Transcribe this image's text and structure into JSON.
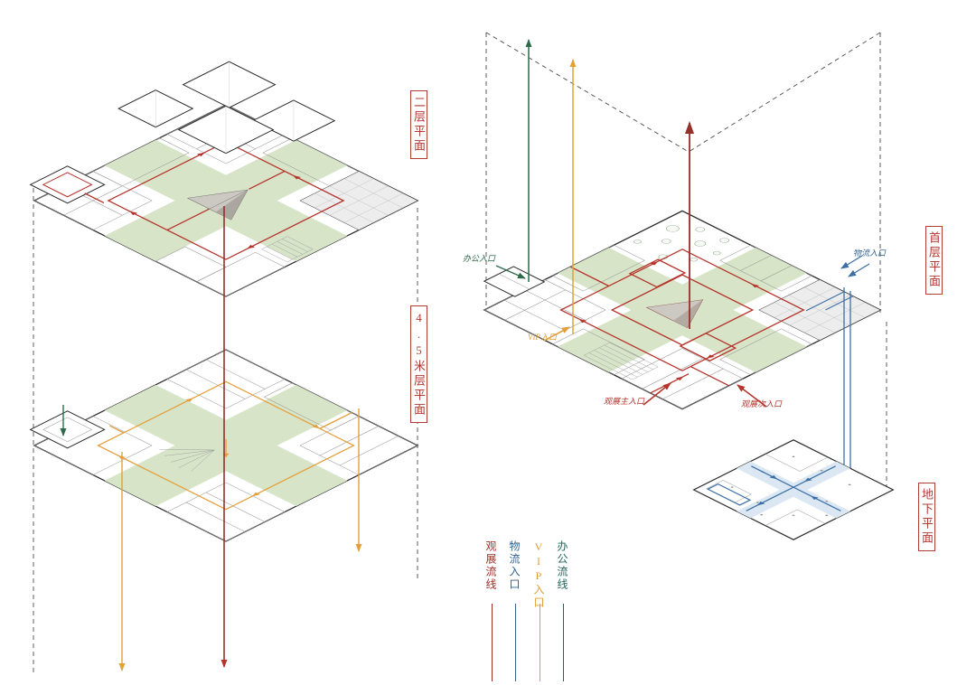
{
  "diagram": {
    "type": "axonometric-floorplan-circulation-diagram",
    "plans": {
      "level2": {
        "label": "二层平面"
      },
      "level45m": {
        "label": "4.5米层平面"
      },
      "ground": {
        "label": "首层平面"
      },
      "basement": {
        "label": "地下平面"
      }
    },
    "entrances": {
      "office": {
        "label": "办公入口",
        "color": "#2e6b4a"
      },
      "vip": {
        "label": "VIP入口",
        "color": "#df9f36"
      },
      "exhibition_main": {
        "label": "观展主入口",
        "color": "#b5342c"
      },
      "exhibition_secondary": {
        "label": "观展次入口",
        "color": "#b5342c"
      },
      "logistics": {
        "label": "物流入口",
        "color": "#33648f"
      }
    },
    "legend": {
      "items": [
        {
          "id": "exhibition-route",
          "label": "观展流线",
          "color": "#9e2d26"
        },
        {
          "id": "logistics-entry",
          "label": "物流入口",
          "color": "#33648f"
        },
        {
          "id": "vip-entry",
          "label": "VIP入口",
          "color": "#df9f36"
        },
        {
          "id": "office-route",
          "label": "办公流线",
          "color": "#22655a"
        }
      ]
    },
    "colors": {
      "exhibition_red": "#b5342c",
      "exhibition_red_dark": "#96302a",
      "vip_orange": "#e2a03c",
      "logistics_blue": "#3c6fa5",
      "office_green": "#2e6b4a",
      "plaza_green_fill": "#d7e4c8",
      "basement_blue_fill": "#dbe8f3",
      "plan_outline": "#2b2b2b"
    }
  }
}
